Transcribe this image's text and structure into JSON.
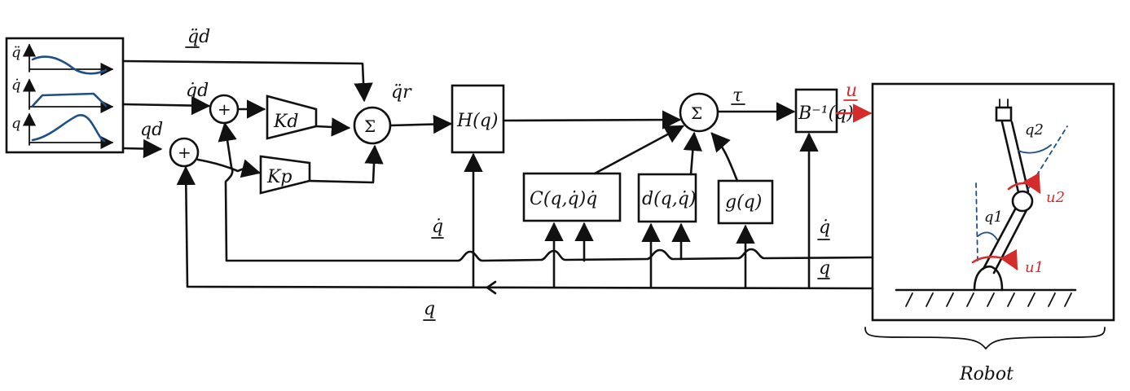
{
  "signals": {
    "qdd_d": "q̈d",
    "qd_d": "q̇d",
    "q_d": "qd",
    "qdd_r": "q̈r",
    "tau": "τ",
    "u": "u",
    "qdot_left": "q̇",
    "qdot_right": "q̇",
    "q_right": "q",
    "q_bottom": "q"
  },
  "generator": {
    "rows": [
      {
        "label": "q̈"
      },
      {
        "label": "q̇"
      },
      {
        "label": "q"
      }
    ],
    "curve_color": "#1e4f86"
  },
  "blocks": {
    "kd": "Kd",
    "kp": "Kp",
    "h": "H(q)",
    "c": "C(q,q̇)q̇",
    "d": "d(q,q̇)",
    "g": "g(q)",
    "binv": "B⁻¹(q)"
  },
  "sums": {
    "s1": "+",
    "s2": "+",
    "s3": "Σ",
    "s4": "Σ"
  },
  "robot": {
    "caption": "Robot",
    "q1": "q1",
    "q2": "q2",
    "u1": "u1",
    "u2": "u2",
    "accent_color": "#d62b2b"
  }
}
